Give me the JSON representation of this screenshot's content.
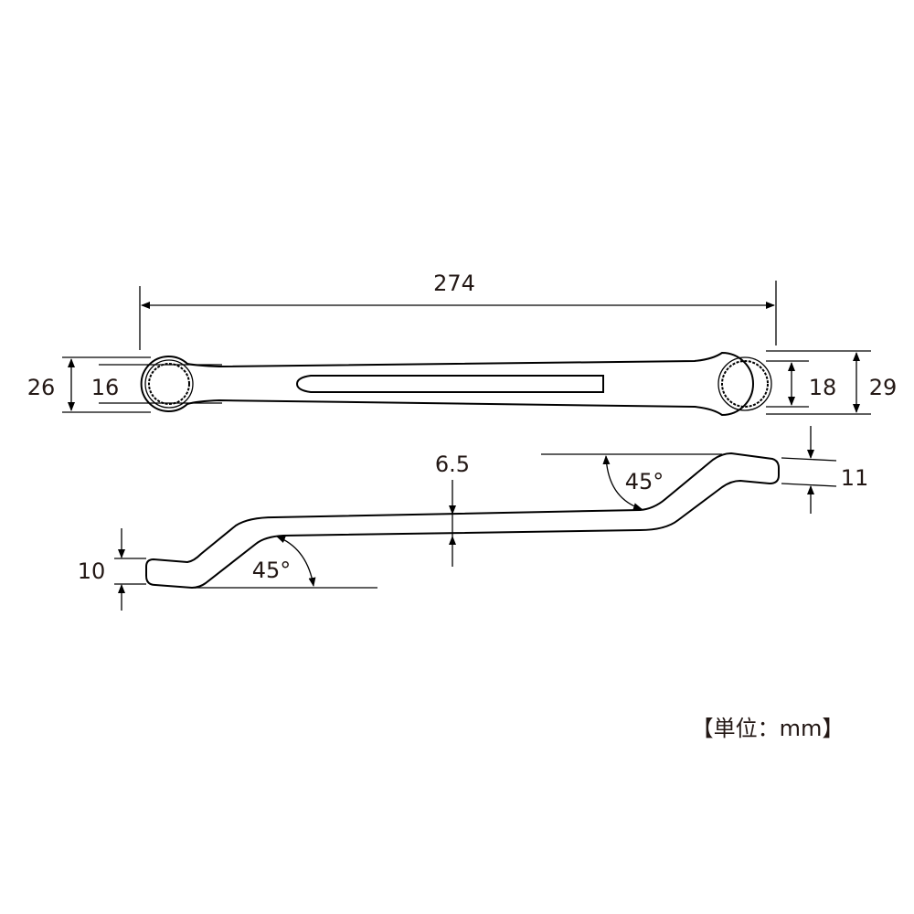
{
  "dimensions": {
    "overall_length": "274",
    "left_head_width": "26",
    "left_size": "16",
    "right_size": "18",
    "right_head_width": "29",
    "shank_thickness": "6.5",
    "right_head_thickness": "11",
    "left_head_thickness": "10",
    "left_offset_angle": "45°",
    "right_offset_angle": "45°"
  },
  "unit_label": "【単位：mm】",
  "colors": {
    "line": "#000000",
    "text": "#231815"
  }
}
